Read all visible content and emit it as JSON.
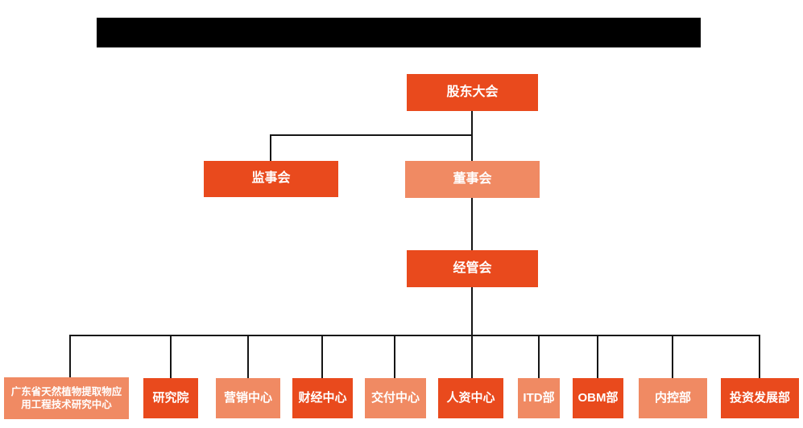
{
  "colors": {
    "primary_orange": "#E94A1D",
    "light_orange": "#F08A63",
    "connector_black": "#151515",
    "title_bar_black": "#000000",
    "background": "#FFFFFF",
    "node_text": "#FFFFFF"
  },
  "org_chart": {
    "nodes": [
      {
        "label": "股东大会",
        "variant": "primary",
        "level": 1
      },
      {
        "label": "监事会",
        "variant": "primary",
        "level": 2
      },
      {
        "label": "董事会",
        "variant": "light",
        "level": 2
      },
      {
        "label": "经管会",
        "variant": "primary",
        "level": 3
      },
      {
        "label": "广东省天然植物提取物应用工程技术研究中心",
        "variant": "light",
        "level": 4
      },
      {
        "label": "研究院",
        "variant": "primary",
        "level": 4
      },
      {
        "label": "营销中心",
        "variant": "light",
        "level": 4
      },
      {
        "label": "财经中心",
        "variant": "primary",
        "level": 4
      },
      {
        "label": "交付中心",
        "variant": "light",
        "level": 4
      },
      {
        "label": "人资中心",
        "variant": "primary",
        "level": 4
      },
      {
        "label": "ITD部",
        "variant": "light",
        "level": 4
      },
      {
        "label": "OBM部",
        "variant": "primary",
        "level": 4
      },
      {
        "label": "内控部",
        "variant": "light",
        "level": 4
      },
      {
        "label": "投资发展部",
        "variant": "primary",
        "level": 4
      }
    ]
  }
}
